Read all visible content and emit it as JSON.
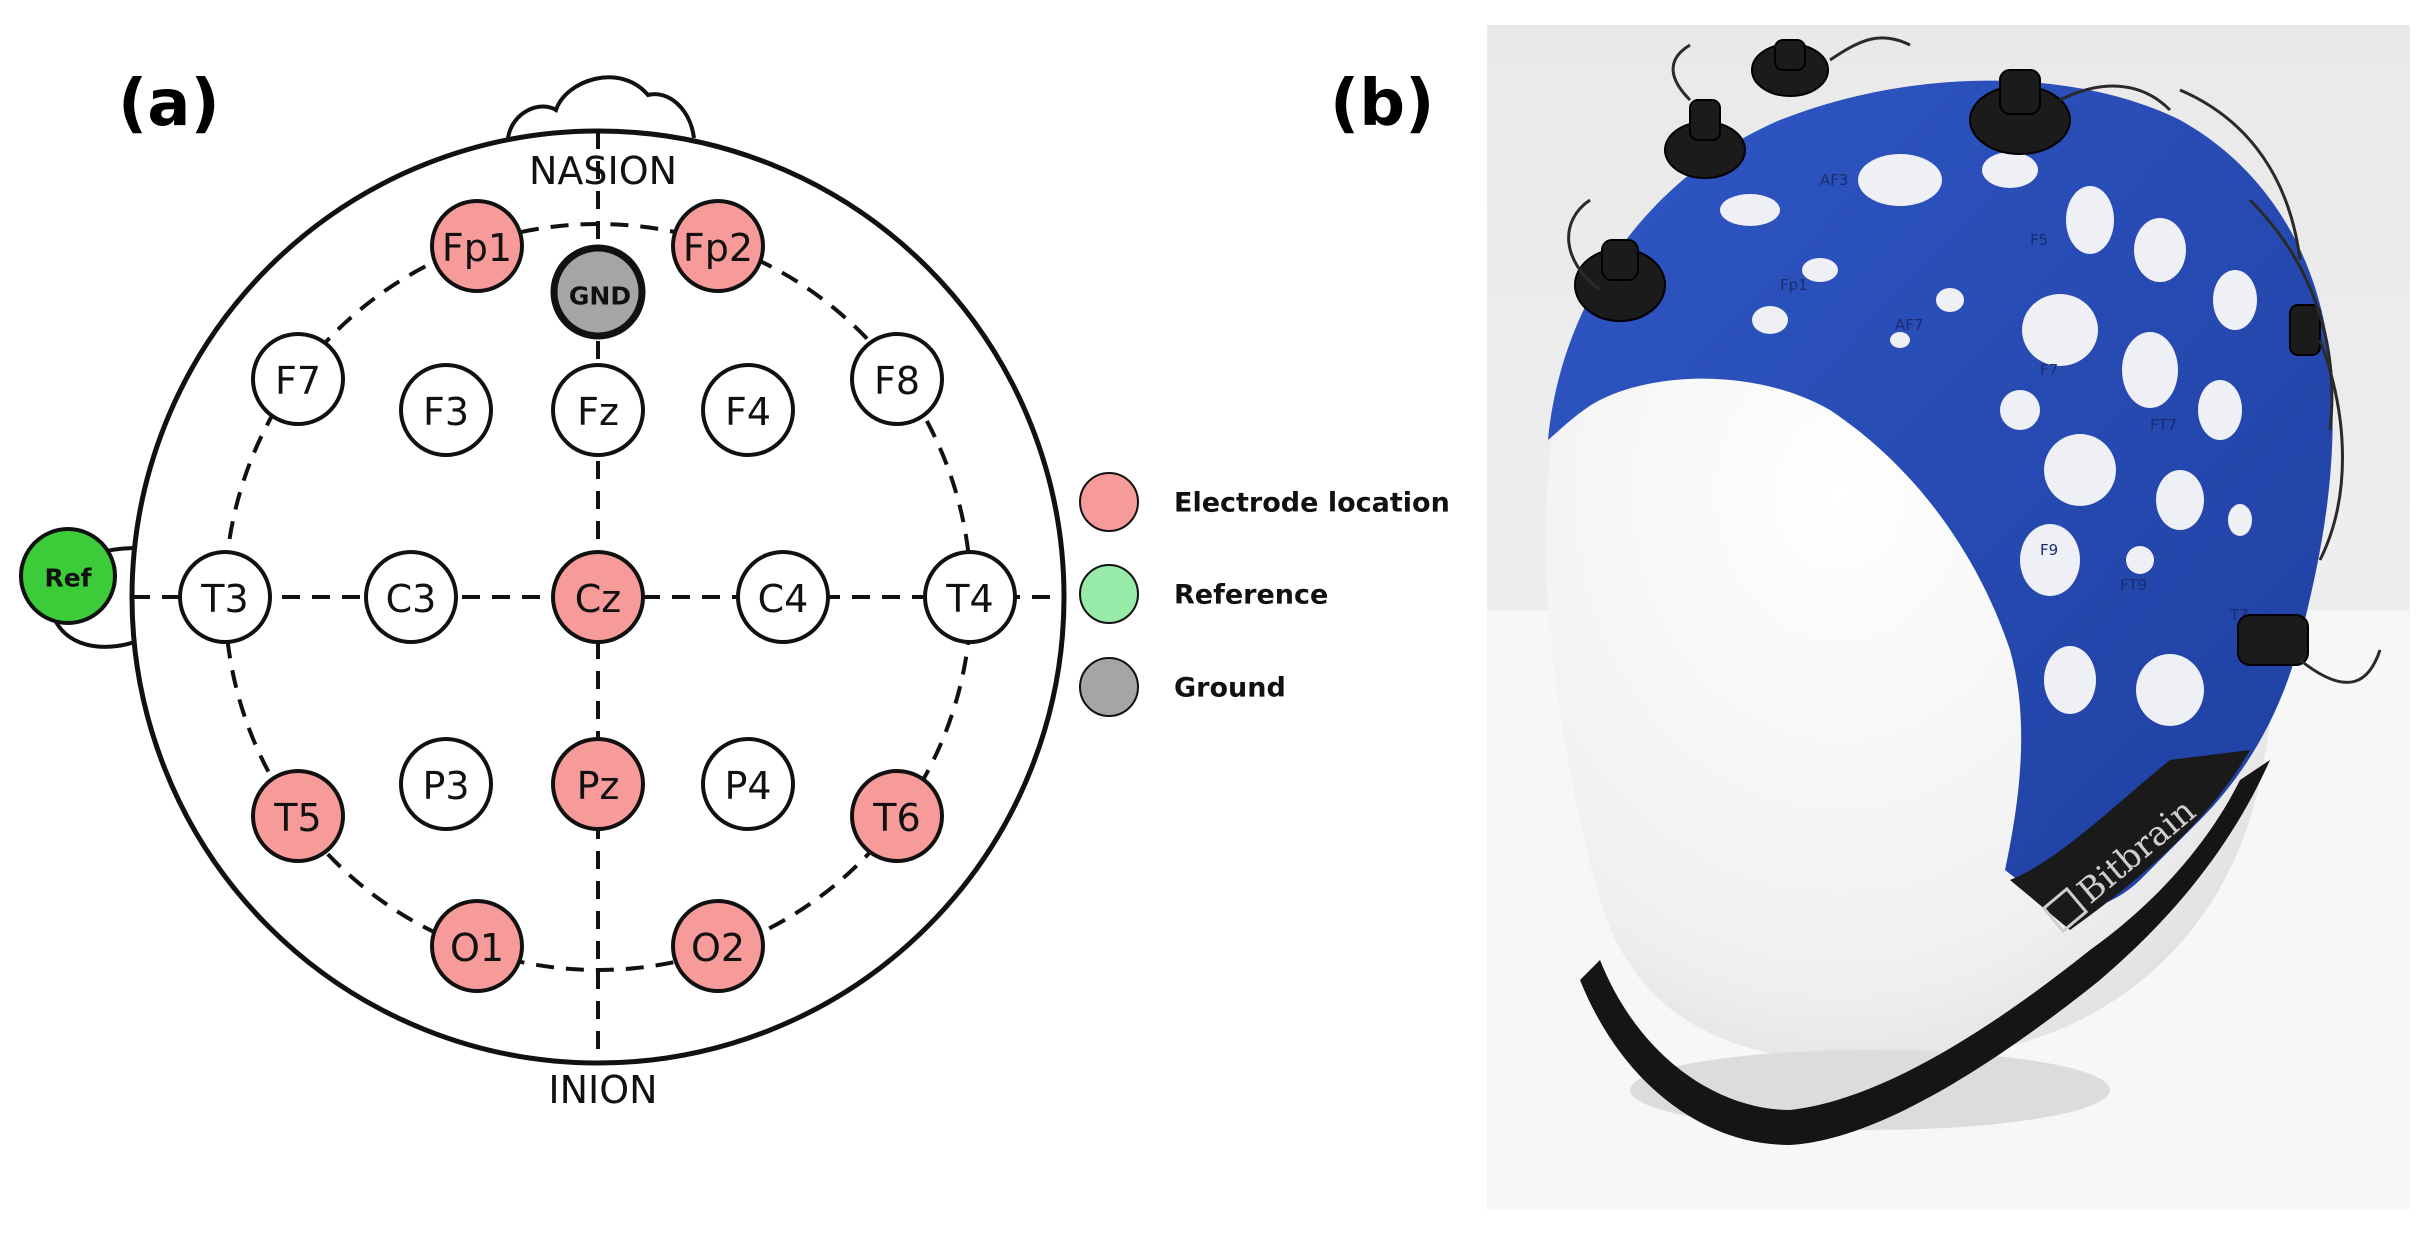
{
  "panels": {
    "a": "(a)",
    "b": "(b)"
  },
  "landmarks": {
    "nasion": "NASION",
    "inion": "INION"
  },
  "electrodes": [
    {
      "label": "Fp1",
      "type": "electrode"
    },
    {
      "label": "Fp2",
      "type": "electrode"
    },
    {
      "label": "F7",
      "type": "none"
    },
    {
      "label": "F3",
      "type": "none"
    },
    {
      "label": "Fz",
      "type": "none"
    },
    {
      "label": "F4",
      "type": "none"
    },
    {
      "label": "F8",
      "type": "none"
    },
    {
      "label": "T3",
      "type": "none"
    },
    {
      "label": "C3",
      "type": "none"
    },
    {
      "label": "Cz",
      "type": "electrode"
    },
    {
      "label": "C4",
      "type": "none"
    },
    {
      "label": "T4",
      "type": "none"
    },
    {
      "label": "T5",
      "type": "electrode"
    },
    {
      "label": "P3",
      "type": "none"
    },
    {
      "label": "Pz",
      "type": "electrode"
    },
    {
      "label": "P4",
      "type": "none"
    },
    {
      "label": "T6",
      "type": "electrode"
    },
    {
      "label": "O1",
      "type": "electrode"
    },
    {
      "label": "O2",
      "type": "electrode"
    }
  ],
  "ground": {
    "label": "GND"
  },
  "reference": {
    "label": "Ref"
  },
  "legend": [
    {
      "label": "Electrode location",
      "color": "#f79a9a"
    },
    {
      "label": "Reference",
      "color": "#97eaa7"
    },
    {
      "label": "Ground",
      "color": "#a5a5a5"
    }
  ],
  "colors": {
    "electrode": "#f79a9a",
    "reference": "#3ccc3a",
    "ground": "#a5a5a5",
    "cap": "#2b4fb8"
  },
  "photo": {
    "brand": "Bitbrain",
    "cap_labels": [
      "AF3",
      "Fp1",
      "AF7",
      "F5",
      "F7",
      "FT7",
      "F9",
      "FT9",
      "T7"
    ]
  }
}
